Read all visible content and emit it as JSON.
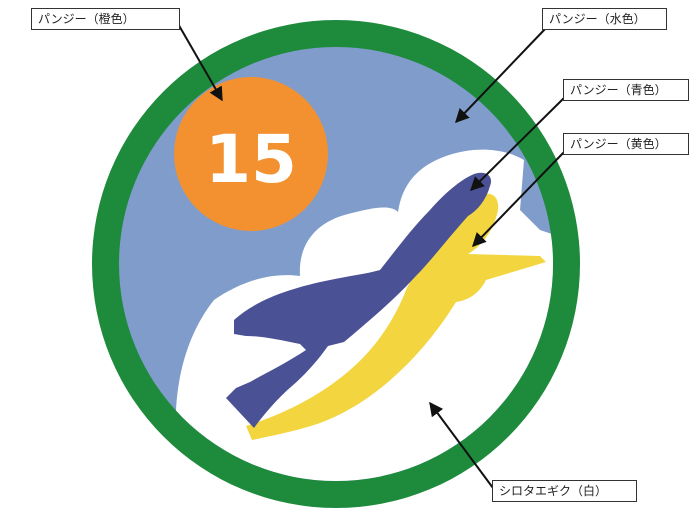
{
  "colors": {
    "ring": "#1e8a3c",
    "sky": "#7f9ccb",
    "sun": "#f39130",
    "cloud": "#ffffff",
    "plane": "#4b5195",
    "plane_shadow": "#f2d53f",
    "arrow": "#111111"
  },
  "badge": {
    "number": "15"
  },
  "labels": {
    "orange": "パンジー（橙色）",
    "light_blue": "パンジー（水色）",
    "blue": "パンジー（青色）",
    "yellow": "パンジー（黄色）",
    "white": "シロタエギク（白）"
  }
}
